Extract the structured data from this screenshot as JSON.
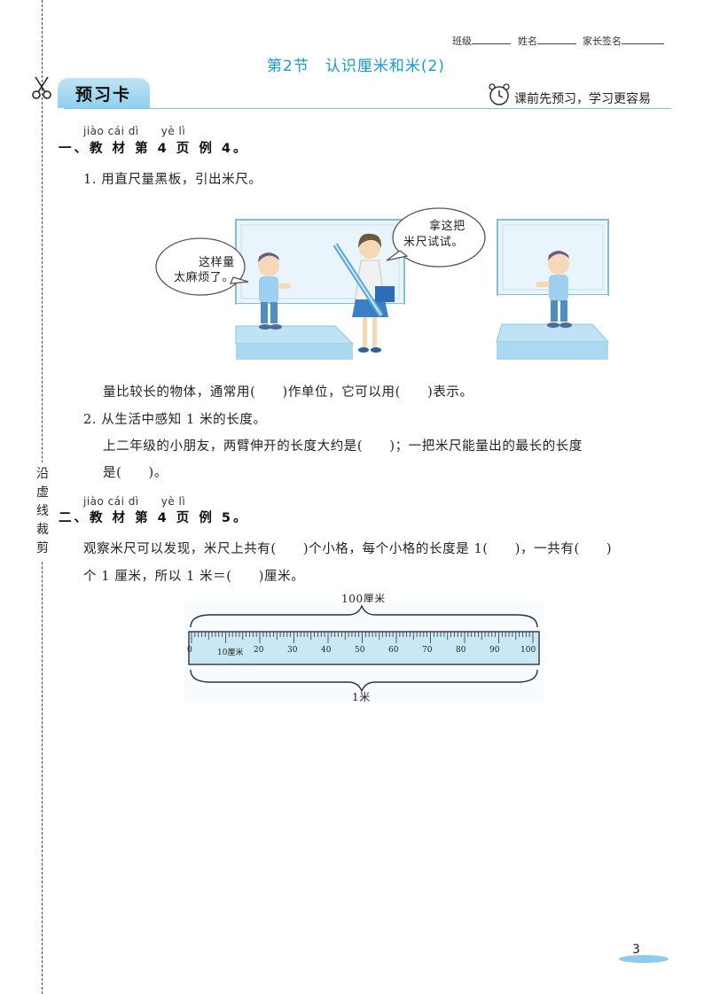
{
  "cut_guide": {
    "label": "沿虚线裁剪"
  },
  "header": {
    "class_label": "班级",
    "name_label": "姓名",
    "parent_label": "家长签名"
  },
  "section_title": "第2节　认识厘米和米(2)",
  "tab": {
    "label": "预习卡",
    "slogan": "课前先预习，学习更容易"
  },
  "part1": {
    "pinyin": "jiào cái dì　　yè lì",
    "heading": "一、教 材 第 4 页 例 4。",
    "q1": "1. 用直尺量黑板，引出米尺。",
    "bubble_left": [
      "这样量",
      "太麻烦了。"
    ],
    "bubble_right": [
      "拿这把",
      "米尺试试。"
    ],
    "fill1": "量比较长的物体，通常用(　　)作单位，它可以用(　　)表示。",
    "q2": "2. 从生活中感知 1 米的长度。",
    "q2_line1": "上二年级的小朋友，两臂伸开的长度大约是(　　)；一把米尺能量出的最长的长度",
    "q2_line2": "是(　　)。"
  },
  "part2": {
    "pinyin": "jiào cái dì　　yè lì",
    "heading": "二、教 材 第 4 页 例 5。",
    "line1": "观察米尺可以发现，米尺上共有(　　)个小格，每个小格的长度是 1(　　)，一共有(　　)",
    "line2": "个 1 厘米，所以 1 米＝(　　)厘米。"
  },
  "ruler": {
    "top_label": "100厘米",
    "bottom_label": "1米",
    "ticks": [
      "0",
      "10厘米",
      "20",
      "30",
      "40",
      "50",
      "60",
      "70",
      "80",
      "90",
      "100"
    ]
  },
  "page_number": "3",
  "colors": {
    "accent": "#1a9ad0",
    "tab": "#8fd0ee",
    "ruler": "#c9e8f6"
  }
}
